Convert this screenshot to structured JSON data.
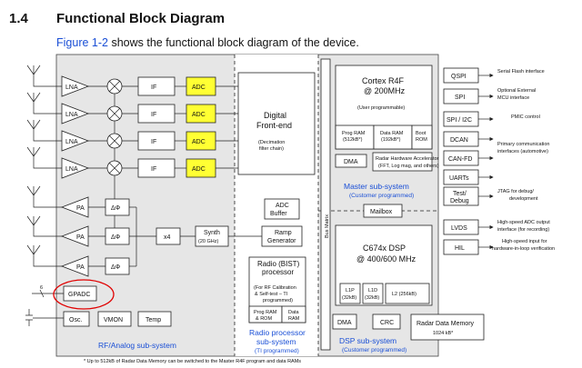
{
  "section": {
    "number": "1.4",
    "title": "Functional Block Diagram"
  },
  "intro": {
    "link": "Figure 1-2",
    "rest": " shows the functional block diagram of the device."
  },
  "rf": {
    "lna": "LNA",
    "if": "IF",
    "adc": "ADC",
    "pa": "PA",
    "phase": "ΔΦ",
    "x4": "x4",
    "synth_1": "Synth",
    "synth_2": "(20 GHz)",
    "ramp_1": "Ramp",
    "ramp_2": "Generator",
    "adc_buf_1": "ADC",
    "adc_buf_2": "Buffer",
    "dfe_1": "Digital",
    "dfe_2": "Front-end",
    "dfe_3": "(Decimation",
    "dfe_4": "filter chain)",
    "gpadc": "GPADC",
    "gpadc_bus": "6",
    "osc": "Osc.",
    "vmon": "VMON",
    "temp": "Temp",
    "label": "RF/Analog sub-system"
  },
  "radio": {
    "t1": "Radio (BIST)",
    "t2": "processor",
    "d1": "(For RF Calibration",
    "d2": "& Self-test – TI",
    "d3": "programmed)",
    "pr1": "Prog RAM",
    "pr2": "& ROM",
    "dr1": "Data",
    "dr2": "RAM",
    "label_1": "Radio processor",
    "label_2": "sub-system",
    "label_3": "(TI programmed)"
  },
  "master": {
    "cpu_1": "Cortex R4F",
    "cpu_2": "@ 200MHz",
    "cpu_3": "(User programmable)",
    "prog_1": "Prog RAM",
    "prog_2": "(512kB*)",
    "data_1": "Data RAM",
    "data_2": "(192kB*)",
    "boot_1": "Boot",
    "boot_2": "ROM",
    "dma": "DMA",
    "acc_1": "Radar Hardware Accelerator",
    "acc_2": "(FFT, Log mag, and others)",
    "label_1": "Master sub-system",
    "label_2": "(Customer programmed)",
    "mailbox": "Mailbox",
    "bus": "Bus Matrix"
  },
  "periph": {
    "qspi": "QSPI",
    "spi": "SPI",
    "spi_i2c": "SPI / I2C",
    "dcan": "DCAN",
    "canfd": "CAN-FD",
    "uarts": "UARTs",
    "test_1": "Test/",
    "test_2": "Debug",
    "lvds": "LVDS",
    "hil": "HIL"
  },
  "notes": {
    "qspi": "Serial Flash interface",
    "spi_1": "Optional External",
    "spi_2": "MCU interface",
    "pmic": "PMIC control",
    "comm_1": "Primary communication",
    "comm_2": "interfaces (automotive)",
    "jtag_1": "JTAG for debug/",
    "jtag_2": "development",
    "lvds_1": "High-speed ADC output",
    "lvds_2": "interface (for recording)",
    "hil_1": "High-speed input for",
    "hil_2": "hardware-in-loop verification"
  },
  "dsp": {
    "cpu_1": "C674x DSP",
    "cpu_2": "@ 400/600 MHz",
    "l1p_1": "L1P",
    "l1p_2": "(32kB)",
    "l1d_1": "L1D",
    "l1d_2": "(32kB)",
    "l2": "L2 (256kB)",
    "dma": "DMA",
    "crc": "CRC",
    "mem_1": "Radar Data Memory",
    "mem_2": "1024 kB*",
    "label_1": "DSP sub-system",
    "label_2": "(Customer programmed)"
  },
  "footnote": "* Up to 512kB of Radar Data Memory can be switched to the Master R4F program and data RAMs",
  "colors": {
    "adc_fill": "#ffff33",
    "block_fill": "#e6e6e6",
    "accent": "#1a4fd6",
    "highlight": "#e00000"
  }
}
